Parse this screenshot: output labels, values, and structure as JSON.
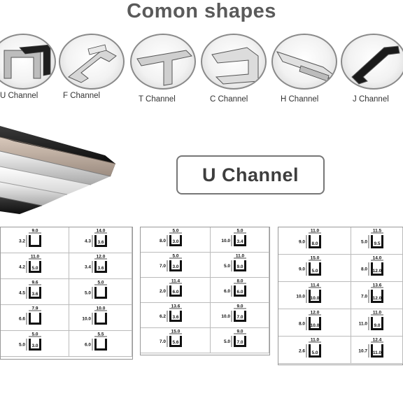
{
  "title": "Comon shapes",
  "subtitle": "U Channel",
  "shapes": [
    {
      "label": "U Channel",
      "icon": "u-channel-profile-icon"
    },
    {
      "label": "F Channel",
      "icon": "f-channel-profile-icon"
    },
    {
      "label": "T Channel",
      "icon": "t-channel-profile-icon"
    },
    {
      "label": "C Channel",
      "icon": "c-channel-profile-icon"
    },
    {
      "label": "H Channel",
      "icon": "h-channel-profile-icon"
    },
    {
      "label": "J Channel",
      "icon": "j-channel-profile-icon"
    }
  ],
  "colors": {
    "silver": "#c9c9c9",
    "dark": "#1e1e1e",
    "champagne": "#b8a79a",
    "white_profile": "#f0f0f0"
  },
  "spec_panels": [
    {
      "cells": [
        {
          "w": "9.0",
          "h": "3.2",
          "i": ""
        },
        {
          "w": "14.0",
          "h": "4.3",
          "i": "3.6"
        },
        {
          "w": "11.0",
          "h": "4.2",
          "i": "5.0"
        },
        {
          "w": "12.0",
          "h": "3.4",
          "i": "3.6"
        },
        {
          "w": "9.6",
          "h": "4.5",
          "i": "3.6"
        },
        {
          "w": "5.0",
          "h": "5.0",
          "i": ""
        },
        {
          "w": "7.9",
          "h": "6.6",
          "i": ""
        },
        {
          "w": "10.0",
          "h": "10.0",
          "i": ""
        },
        {
          "w": "5.0",
          "h": "5.0",
          "i": "3.0"
        },
        {
          "w": "5.5",
          "h": "6.0",
          "i": ""
        }
      ]
    },
    {
      "cells": [
        {
          "w": "5.0",
          "h": "8.0",
          "i": "3.0"
        },
        {
          "w": "5.0",
          "h": "10.0",
          "i": "3.4"
        },
        {
          "w": "5.0",
          "h": "7.0",
          "i": "3.0"
        },
        {
          "w": "11.0",
          "h": "5.0",
          "i": "9.0"
        },
        {
          "w": "11.4",
          "h": "2.0",
          "i": "6.0"
        },
        {
          "w": "8.0",
          "h": "6.0",
          "i": "6.0"
        },
        {
          "w": "13.6",
          "h": "6.2",
          "i": "3.6"
        },
        {
          "w": "9.0",
          "h": "10.0",
          "i": "7.0"
        },
        {
          "w": "15.0",
          "h": "7.0",
          "i": "5.6"
        },
        {
          "w": "9.0",
          "h": "5.0",
          "i": "7.0"
        }
      ]
    },
    {
      "cells": [
        {
          "w": "11.0",
          "h": "9.0",
          "i": "8.0"
        },
        {
          "w": "11.5",
          "h": "5.0",
          "i": "9.5"
        },
        {
          "w": "15.0",
          "h": "9.0",
          "i": "5.0"
        },
        {
          "w": "14.0",
          "h": "8.0",
          "i": "12.0"
        },
        {
          "w": "11.4",
          "h": "10.0",
          "i": "10.0"
        },
        {
          "w": "13.6",
          "h": "7.0",
          "i": "12.0"
        },
        {
          "w": "12.0",
          "h": "8.0",
          "i": "10.0"
        },
        {
          "w": "11.0",
          "h": "11.0",
          "i": "9.0"
        },
        {
          "w": "11.0",
          "h": "2.6",
          "i": "5.0"
        },
        {
          "w": "12.4",
          "h": "10.7",
          "i": "11.0"
        }
      ]
    }
  ]
}
